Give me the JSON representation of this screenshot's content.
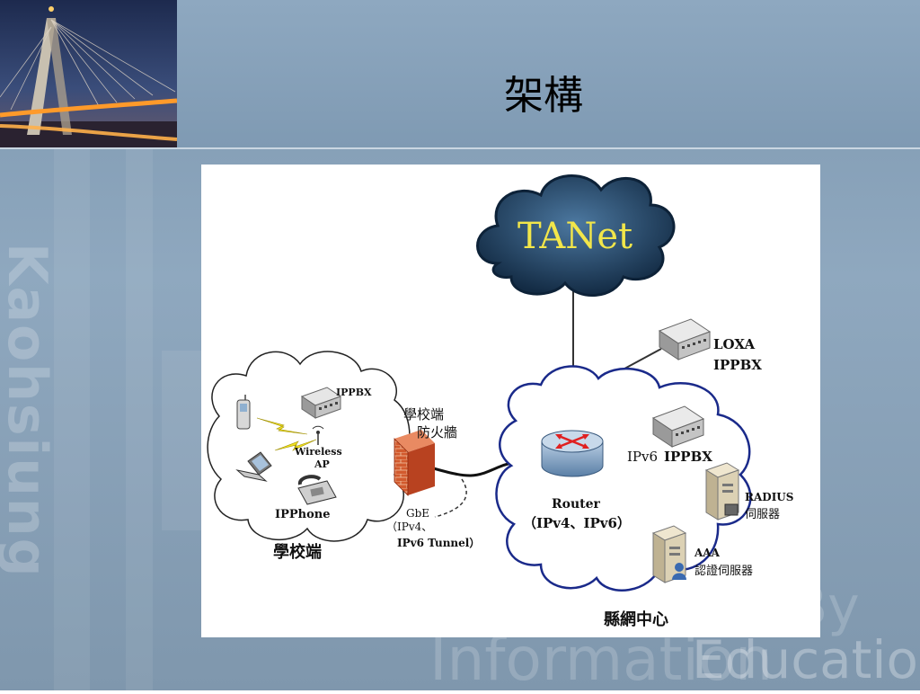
{
  "slide": {
    "title": "架構",
    "watermarks": {
      "vertical": "Kaohsiung",
      "info": "Information",
      "by": "By",
      "education": "Education"
    }
  },
  "diagram": {
    "cloud_label": "TANet",
    "school": {
      "region_label": "學校端",
      "ippbx": "IPPBX",
      "wireless_line1": "Wireless",
      "wireless_line2": "AP",
      "ipphone": "IPPhone",
      "firewall_line1": "學校端",
      "firewall_line2": "防火牆"
    },
    "link": {
      "line1": "GbE",
      "line2": "（IPv4、",
      "line3": "IPv6 Tunnel）"
    },
    "center": {
      "region_label": "縣網中心",
      "router": "Router",
      "router_proto": "（IPv4、IPv6）",
      "loxa_line1": "LOXA",
      "loxa_line2": "IPPBX",
      "ipv6": "IPv6",
      "ippbx": "IPPBX",
      "radius_line1": "RADIUS",
      "radius_line2": "伺服器",
      "aaa_line1": "AAA",
      "aaa_line2": "認證伺服器"
    }
  },
  "colors": {
    "cloud_dark": "#1f3f5e",
    "cloud_edge": "#0d2238",
    "tanet_text": "#f2e64a",
    "region_border": "#1a2a8a",
    "firewall": "#d0502a",
    "router": "#7fa1c4",
    "router_arrows": "#e02020",
    "lightning": "#f0e020"
  }
}
